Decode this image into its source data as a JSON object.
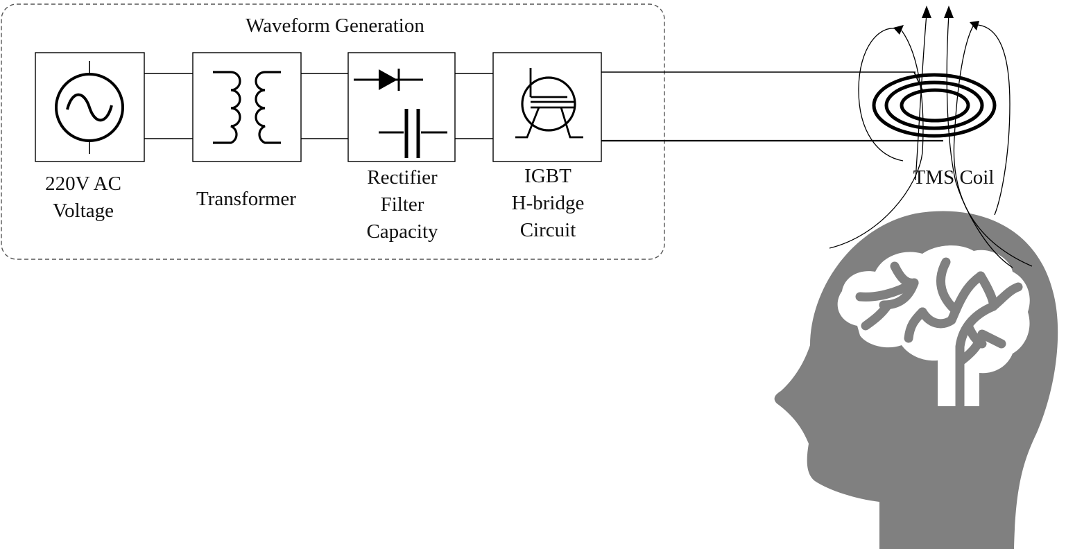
{
  "group": {
    "title": "Waveform Generation"
  },
  "blocks": {
    "ac_source": {
      "icon": "ac-source-icon",
      "lines": [
        "220V AC",
        "Voltage"
      ]
    },
    "transformer": {
      "icon": "transformer-icon",
      "lines": [
        "Transformer"
      ]
    },
    "rectifier": {
      "icon": "diode-capacitor-icon",
      "lines": [
        "Rectifier",
        "Filter",
        "Capacity"
      ]
    },
    "igbt": {
      "icon": "igbt-icon",
      "lines": [
        "IGBT",
        "H-bridge",
        "Circuit"
      ]
    }
  },
  "coil": {
    "icon": "coil-icon",
    "label": "TMS Coil"
  },
  "head": {
    "icon": "head-brain-icon"
  },
  "colors": {
    "stroke": "#000000",
    "head_fill": "#808080",
    "brain_fill": "#ffffff",
    "group_border": "#555555"
  }
}
